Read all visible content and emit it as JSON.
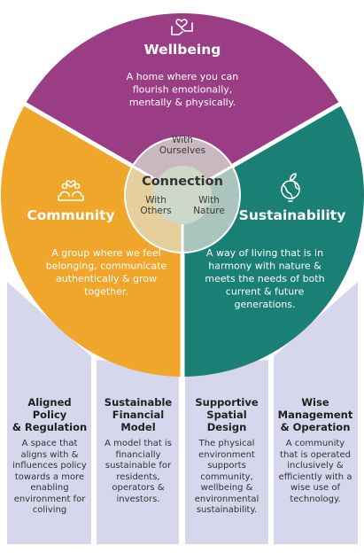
{
  "colors": {
    "wellbeing": "#9b3d84",
    "community": "#f0a62a",
    "sustainability": "#1a7f74",
    "column": "#d6d7ec",
    "center": "#cdd8c9",
    "center_top": "#cab8c1",
    "center_left": "#e5cf9d",
    "center_right": "#a9c5bd"
  },
  "connection": {
    "title": "Connection",
    "with_ourselves": [
      "With",
      "Ourselves"
    ],
    "with_others": [
      "With",
      "Others"
    ],
    "with_nature": [
      "With",
      "Nature"
    ]
  },
  "sectors": {
    "wellbeing": {
      "title": "Wellbeing",
      "icon": "hands-heart-icon",
      "desc": [
        "A home where you can",
        "flourish emotionally,",
        "mentally & physically."
      ]
    },
    "community": {
      "title": "Community",
      "icon": "people-heart-icon",
      "desc": [
        "A group where we feel",
        "belonging, communicate",
        "authentically & grow",
        "together."
      ]
    },
    "sustainability": {
      "title": "Sustainability",
      "icon": "globe-leaf-icon",
      "desc": [
        "A way of living that is in",
        "harmony with nature &",
        "meets the needs of both",
        "current & future",
        "generations."
      ]
    }
  },
  "columns": [
    {
      "title": [
        "Aligned",
        "Policy",
        "& Regulation"
      ],
      "desc": [
        "A space that",
        "aligns with &",
        "influences policy",
        "towards a more",
        "enabling",
        "environment for",
        "coliving"
      ]
    },
    {
      "title": [
        "Sustainable",
        "Financial",
        "Model"
      ],
      "desc": [
        "A model that is",
        "financially",
        "sustainable for",
        "residents,",
        "operators &",
        "investors."
      ]
    },
    {
      "title": [
        "Supportive",
        "Spatial",
        "Design"
      ],
      "desc": [
        "The physical",
        "environment",
        "supports",
        "community,",
        "wellbeing &",
        "environmental",
        "sustainability."
      ]
    },
    {
      "title": [
        "Wise",
        "Management",
        "& Operation"
      ],
      "desc": [
        "A community",
        "that is operated",
        "inclusively &",
        "efficiently with a",
        "wise use of",
        "technology."
      ]
    }
  ]
}
